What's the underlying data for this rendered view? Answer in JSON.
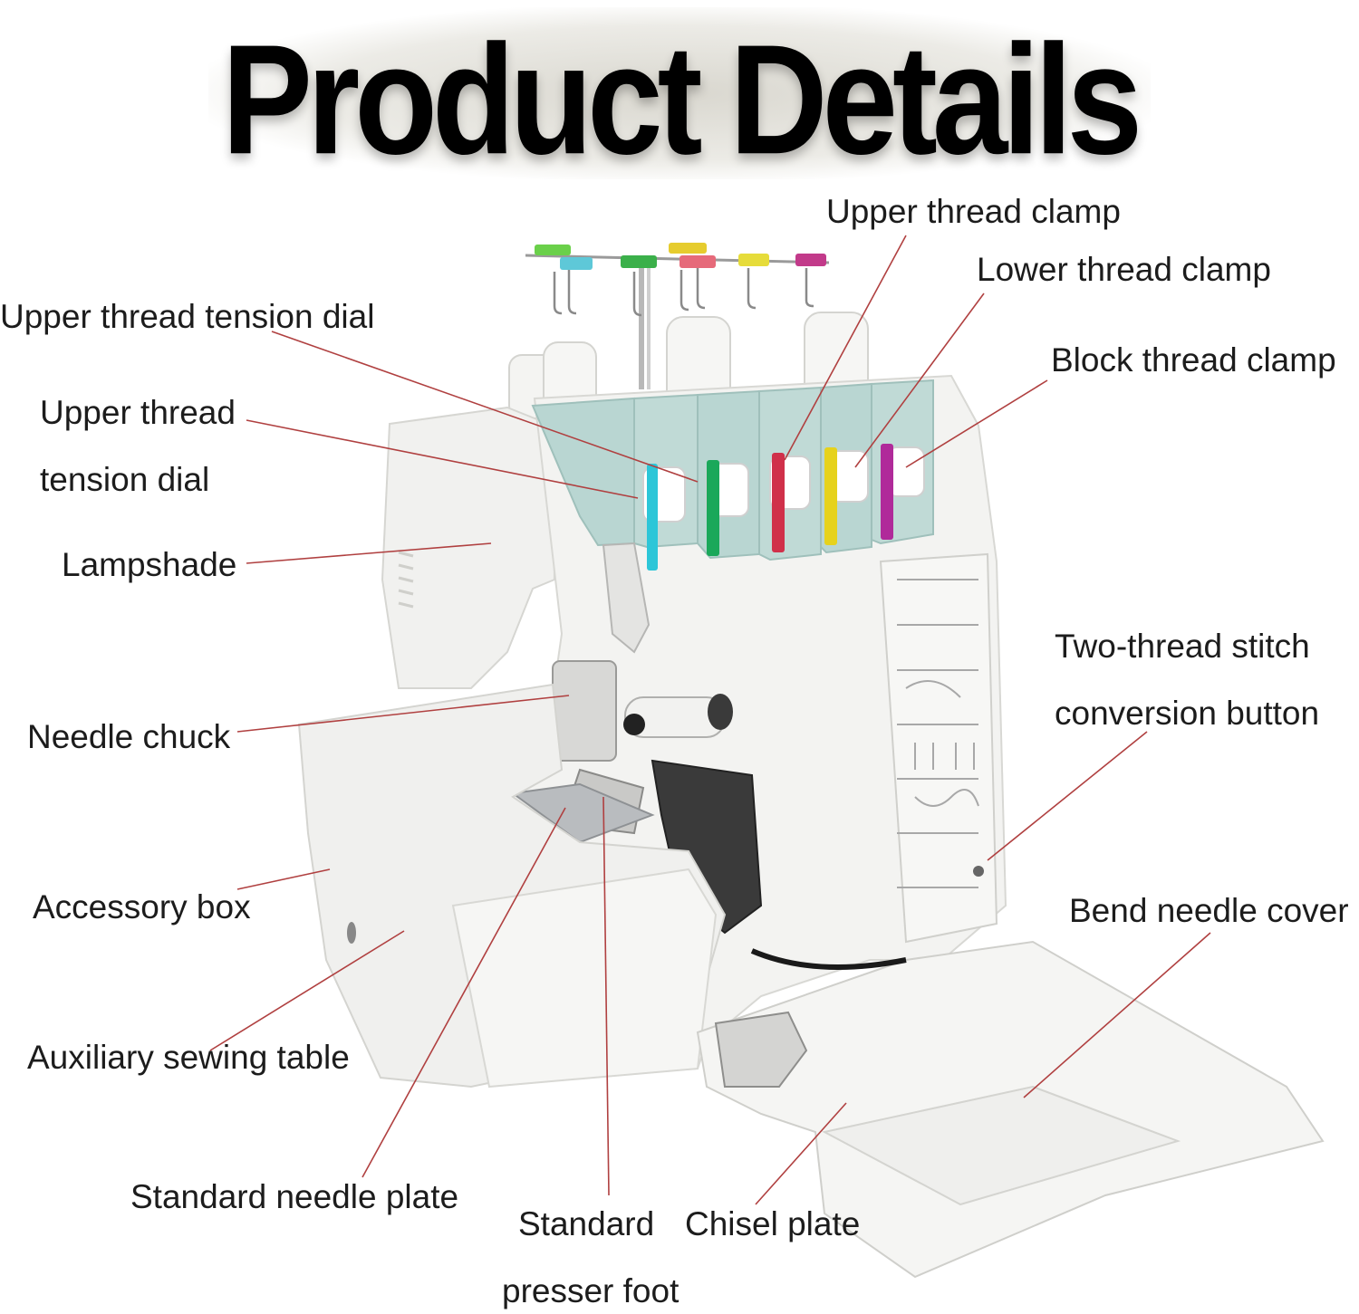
{
  "title": "Product Details",
  "colors": {
    "leader_line": "#b04040",
    "machine_body": "#f2f2f0",
    "panel": "#b9d6d2",
    "dial_cyan": "#2cc6d8",
    "dial_green": "#1aa85a",
    "dial_red": "#d0304a",
    "dial_yellow": "#e6d21c",
    "dial_purple": "#b02a9a"
  },
  "labels": {
    "upper_thread_clamp": "Upper thread clamp",
    "lower_thread_clamp": "Lower thread clamp",
    "upper_thread_tension_dial": "Upper thread tension dial",
    "block_thread_clamp": "Block thread clamp",
    "upper_thread_line1": "Upper thread",
    "upper_thread_line2": "tension dial",
    "lampshade": "Lampshade",
    "two_thread_line1": "Two-thread stitch",
    "two_thread_line2": "conversion button",
    "needle_chuck": "Needle chuck",
    "accessory_box": "Accessory box",
    "bend_needle_cover": "Bend needle cover",
    "auxiliary_sewing_table": "Auxiliary sewing table",
    "standard_needle_plate": "Standard needle plate",
    "standard_presser_line1": "Standard",
    "standard_presser_line2": "presser foot",
    "chisel_plate": "Chisel plate"
  }
}
